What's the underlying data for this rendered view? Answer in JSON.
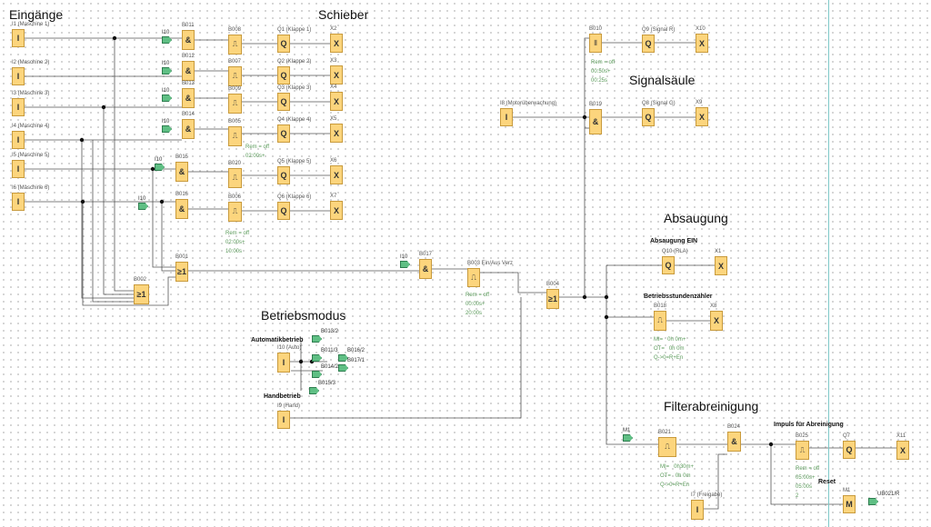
{
  "titles": {
    "inputs": "Eingänge",
    "slider": "Schieber",
    "signal": "Signalsäule",
    "suction": "Absaugung",
    "mode": "Betriebsmodus",
    "filter": "Filterabreinigung"
  },
  "subtitles": {
    "suction_on": "Absaugung EIN",
    "hours": "Betriebsstundenzähler",
    "auto": "Automatikbetrieb",
    "manual": "Handbetrieb",
    "pulse": "Impuls für Abreinigung",
    "reset": "Reset"
  },
  "blocks": [
    {
      "id": "I1",
      "sym": "I",
      "label": "I1 (Maschine 1)"
    },
    {
      "id": "I2",
      "sym": "I",
      "label": "I2 (Maschine 2)"
    },
    {
      "id": "I3",
      "sym": "I",
      "label": "I3 (Maschine 3)"
    },
    {
      "id": "I4",
      "sym": "I",
      "label": "I4 (Maschine 4)"
    },
    {
      "id": "I5",
      "sym": "I",
      "label": "I5 (Maschine 5)"
    },
    {
      "id": "I6",
      "sym": "I",
      "label": "I6 (Maschine 6)"
    },
    {
      "id": "B011",
      "sym": "&",
      "label": "B011"
    },
    {
      "id": "B012",
      "sym": "&",
      "label": "B012"
    },
    {
      "id": "B013",
      "sym": "&",
      "label": "B013"
    },
    {
      "id": "B014",
      "sym": "&",
      "label": "B014"
    },
    {
      "id": "B015",
      "sym": "&",
      "label": "B015"
    },
    {
      "id": "B016",
      "sym": "&",
      "label": "B016"
    },
    {
      "id": "B008",
      "sym": "⎍",
      "label": "B008",
      "timer": true
    },
    {
      "id": "B007",
      "sym": "⎍",
      "label": "B007",
      "timer": true
    },
    {
      "id": "B009",
      "sym": "⎍",
      "label": "B009",
      "timer": true
    },
    {
      "id": "B005",
      "sym": "⎍",
      "label": "B005",
      "timer": true
    },
    {
      "id": "B020",
      "sym": "⎍",
      "label": "B020",
      "timer": true
    },
    {
      "id": "B006",
      "sym": "⎍",
      "label": "B006",
      "timer": true
    },
    {
      "id": "Q1",
      "sym": "Q",
      "label": "Q1 (Klappe 1)"
    },
    {
      "id": "Q2",
      "sym": "Q",
      "label": "Q2 (Klappe 2)"
    },
    {
      "id": "Q3",
      "sym": "Q",
      "label": "Q3 (Klappe 3)"
    },
    {
      "id": "Q4",
      "sym": "Q",
      "label": "Q4 (Klappe 4)"
    },
    {
      "id": "Q5",
      "sym": "Q",
      "label": "Q5 (Klappe 5)"
    },
    {
      "id": "Q6",
      "sym": "Q",
      "label": "Q6 (Klappe 6)"
    },
    {
      "id": "X2",
      "sym": "X",
      "label": "X2"
    },
    {
      "id": "X3",
      "sym": "X",
      "label": "X3"
    },
    {
      "id": "X4",
      "sym": "X",
      "label": "X4"
    },
    {
      "id": "X5",
      "sym": "X",
      "label": "X5"
    },
    {
      "id": "X6",
      "sym": "X",
      "label": "X6"
    },
    {
      "id": "X7",
      "sym": "X",
      "label": "X7"
    },
    {
      "id": "B001",
      "sym": "≥1",
      "label": "B001"
    },
    {
      "id": "B002",
      "sym": "≥1",
      "label": "B002"
    },
    {
      "id": "B017",
      "sym": "&",
      "label": "B017"
    },
    {
      "id": "B003",
      "sym": "⎍",
      "label": "B003 Ein/Aus Verz",
      "timer": true
    },
    {
      "id": "B004",
      "sym": "≥1",
      "label": "B004"
    },
    {
      "id": "B010",
      "sym": "⫴",
      "label": "B010",
      "timer": true
    },
    {
      "id": "Q9",
      "sym": "Q",
      "label": "Q9 (Signal R)"
    },
    {
      "id": "X10",
      "sym": "X",
      "label": "X10"
    },
    {
      "id": "I8",
      "sym": "I",
      "label": "I8 (Motorüberwachung)"
    },
    {
      "id": "B019",
      "sym": "&",
      "label": "B019"
    },
    {
      "id": "Q8",
      "sym": "Q",
      "label": "Q8 (Signal G)"
    },
    {
      "id": "X9",
      "sym": "X",
      "label": "X9"
    },
    {
      "id": "Q10",
      "sym": "Q",
      "label": "Q10 (RLA)"
    },
    {
      "id": "X1",
      "sym": "X",
      "label": "X1"
    },
    {
      "id": "B018",
      "sym": "⎍",
      "label": "B018",
      "timer": true
    },
    {
      "id": "X8",
      "sym": "X",
      "label": "X8"
    },
    {
      "id": "I10",
      "sym": "I",
      "label": "I10 (Auto)"
    },
    {
      "id": "I9",
      "sym": "I",
      "label": "I9 (Hand)"
    },
    {
      "id": "B021",
      "sym": "⎍",
      "label": "B021",
      "timer": true
    },
    {
      "id": "B024",
      "sym": "&",
      "label": "B024"
    },
    {
      "id": "B025",
      "sym": "⎍",
      "label": "B025",
      "timer": true
    },
    {
      "id": "Q7",
      "sym": "Q",
      "label": "Q7"
    },
    {
      "id": "X11",
      "sym": "X",
      "label": "X11"
    },
    {
      "id": "M1",
      "sym": "M",
      "label": "M1"
    },
    {
      "id": "I7",
      "sym": "I",
      "label": "I7 (Freigabe)"
    }
  ],
  "params": {
    "B005": [
      "Rem = off",
      "02:00s+"
    ],
    "B006": [
      "Rem = off",
      "02:00s+",
      "10:00s"
    ],
    "B010": [
      "Rem = off",
      "00:50s+",
      "00:25s"
    ],
    "B003": [
      "Rem = off",
      "00:00s+",
      "20:00s"
    ],
    "B018": [
      "MI=   0h 0m+",
      "OT=   0h 0m",
      "Q->0=R+En"
    ],
    "B021": [
      "MI=   0h30m+",
      "OT=   0h 0m",
      "Q->0=R+En"
    ],
    "B025": [
      "Rem = off",
      "05:00s+",
      "05:00s",
      "2"
    ]
  },
  "flags": [
    "I10",
    "I10",
    "I10",
    "I10",
    "I10",
    "I10",
    "I10",
    "M1",
    "B013/2",
    "B011/3",
    "B016/2",
    "B017/1",
    "B014/2",
    "B015/3",
    "UB021/R"
  ]
}
